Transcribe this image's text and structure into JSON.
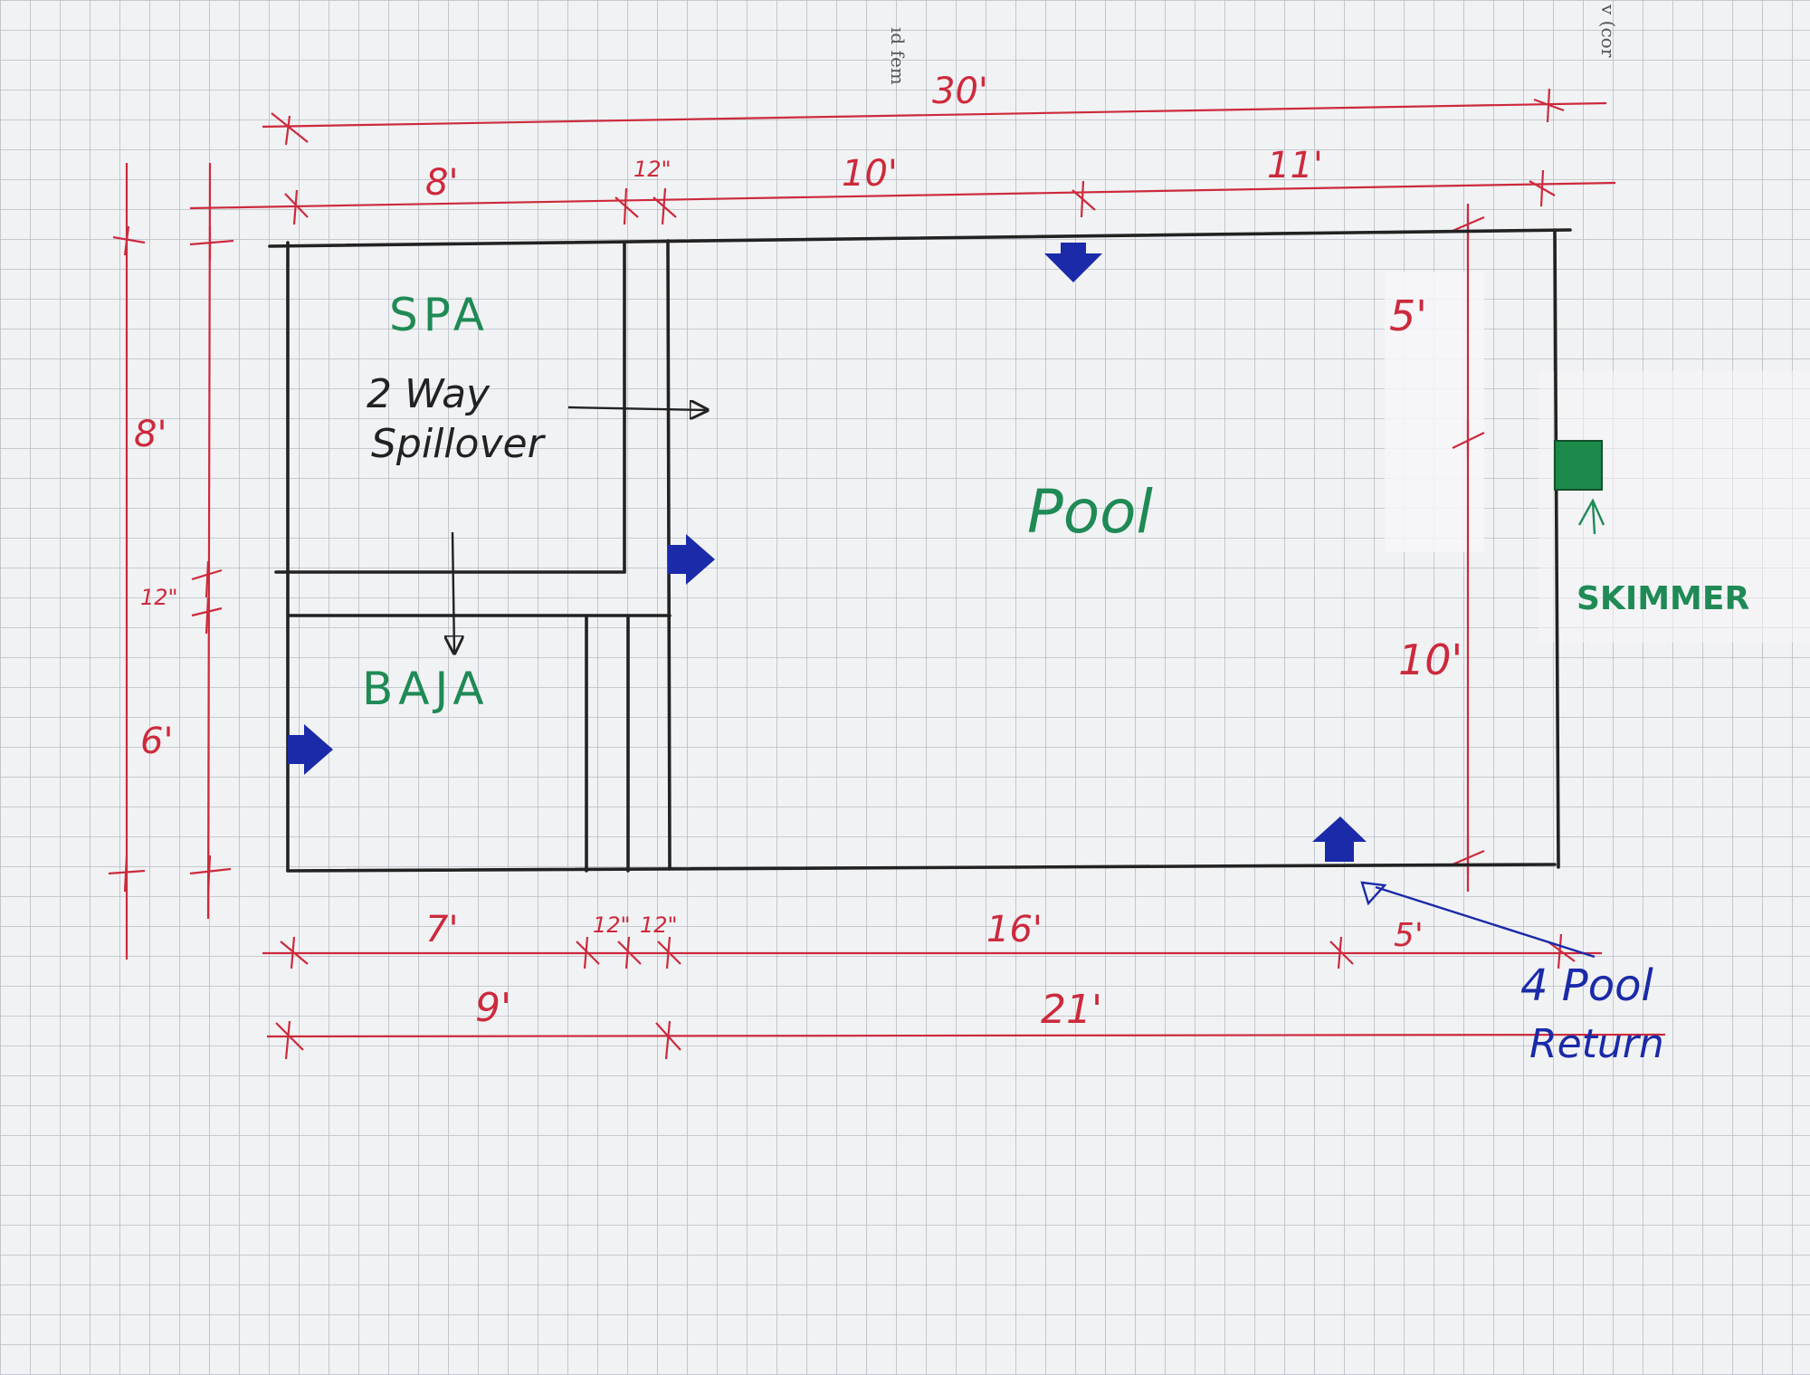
{
  "colors": {
    "paper": "#f1f2f4",
    "grid": "#b7bcc4",
    "outline": "#222222",
    "dimension": "#cc2a3c",
    "label_green": "#1f8a55",
    "marker_blue": "#1a2aa8",
    "skimmer": "#1c8a4a"
  },
  "edge_text": {
    "left": "ıd fem",
    "right": "v (cor"
  },
  "dimensions": {
    "top_overall": "30'",
    "top_spa": "8'",
    "top_wall": "12\"",
    "top_mid": "10'",
    "top_right": "11'",
    "bottom_baja": "7'",
    "bottom_wall_1": "12\"",
    "bottom_wall_2": "12\"",
    "bottom_pool": "16'",
    "bottom_right": "5'",
    "bottom_total_left": "9'",
    "bottom_total_right": "21'",
    "left_spa": "8'",
    "left_wall": "12\"",
    "left_baja": "6'",
    "right_top": "5'",
    "right_bottom": "10'"
  },
  "labels": {
    "spa": "SPA",
    "spillover_line1": "2 Way",
    "spillover_line2": "Spillover",
    "baja": "BAJA",
    "pool": "Pool",
    "skimmer": "SKIMMER",
    "return_line1": "4 Pool",
    "return_line2": "Return"
  },
  "icons": [
    "return-arrow-icon",
    "skimmer-box-icon"
  ]
}
